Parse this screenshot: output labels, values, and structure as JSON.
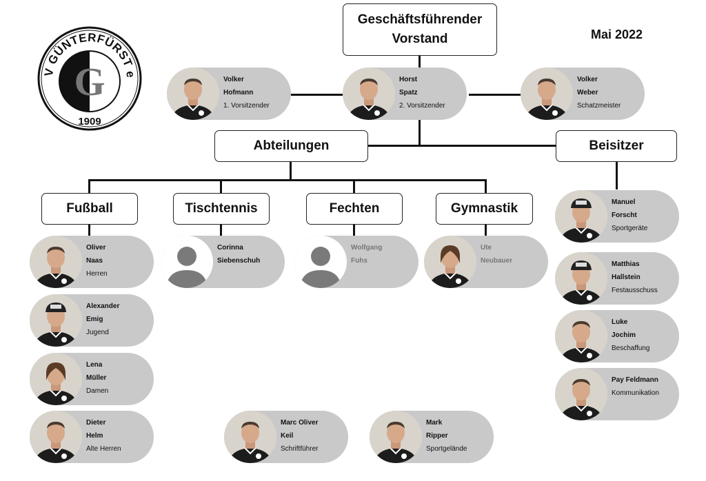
{
  "date": "Mai 2022",
  "logo": {
    "ring_text": "TSV GÜNTERFÜRST e.V.",
    "year": "1909",
    "letter": "G"
  },
  "top": {
    "line1": "Geschäftsführender",
    "line2": "Vorstand"
  },
  "executives": [
    {
      "first": "Volker",
      "last": "Hofmann",
      "role": "1. Vorsitzender"
    },
    {
      "first": "Horst",
      "last": "Spatz",
      "role": "2. Vorsitzender"
    },
    {
      "first": "Volker",
      "last": "Weber",
      "role": "Schatzmeister"
    }
  ],
  "abteilungen": "Abteilungen",
  "beisitzer": "Beisitzer",
  "departments": [
    {
      "label": "Fußball"
    },
    {
      "label": "Tischtennis"
    },
    {
      "label": "Fechten"
    },
    {
      "label": "Gymnastik"
    }
  ],
  "fussball": [
    {
      "first": "Oliver",
      "last": "Naas",
      "role": "Herren"
    },
    {
      "first": "Alexander",
      "last": "Emig",
      "role": "Jugend"
    },
    {
      "first": "Lena",
      "last": "Müller",
      "role": "Damen"
    },
    {
      "first": "Dieter",
      "last": "Helm",
      "role": "Alte Herren"
    }
  ],
  "tischtennis": {
    "first": "Corinna",
    "last": "Siebenschuh",
    "role": ""
  },
  "fechten": {
    "first": "Wolfgang",
    "last": "Fuhs",
    "role": ""
  },
  "gymnastik": {
    "first": "Ute",
    "last": "Neubauer",
    "role": ""
  },
  "bottom": [
    {
      "first": "Marc Oliver",
      "last": "Keil",
      "role": "Schriftführer"
    },
    {
      "first": "Mark",
      "last": "Ripper",
      "role": "Sportgelände"
    }
  ],
  "beisitzer_members": [
    {
      "first": "Manuel",
      "last": "Forscht",
      "role": "Sportgeräte"
    },
    {
      "first": "Matthias",
      "last": "Hallstein",
      "role": "Festausschuss"
    },
    {
      "first": "Luke",
      "last": "Jochim",
      "role": "Beschaffung"
    },
    {
      "first": "Pay Feldmann",
      "last": "",
      "role": "Kommunikation"
    }
  ],
  "colors": {
    "pill": "#c9c9c9",
    "line": "#111111",
    "jersey": "#1c1c1c"
  }
}
